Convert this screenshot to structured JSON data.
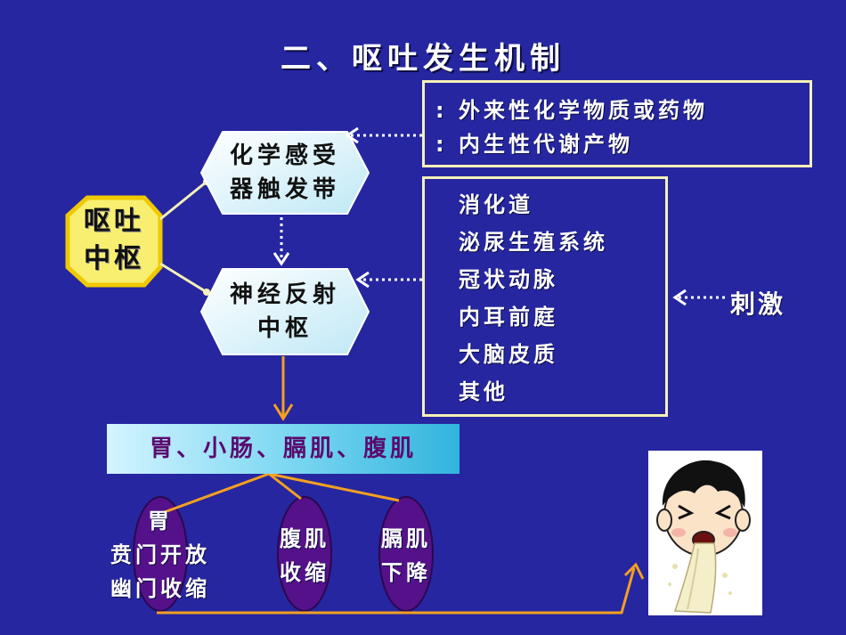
{
  "title": "二、呕吐发生机制",
  "center": {
    "line1": "呕吐",
    "line2": "中枢"
  },
  "chemoreceptor": {
    "line1": "化学感受",
    "line2": "器触发带"
  },
  "reflex_center": {
    "line1": "神经反射",
    "line2": "中枢"
  },
  "chemical_sources": [
    ": 外来性化学物质或药物",
    ": 内生性代谢产物"
  ],
  "stimulus_sources": [
    "消化道",
    "泌尿生殖系统",
    "冠状动脉",
    "内耳前庭",
    "大脑皮质",
    "其他"
  ],
  "stimulus_label": "刺激",
  "effectors_banner": "胃、小肠、膈肌、腹肌",
  "effects": [
    {
      "lines": [
        "胃",
        "贲门开放",
        "幽门收缩"
      ]
    },
    {
      "lines": [
        "腹肌",
        "收缩"
      ]
    },
    {
      "lines": [
        "膈肌",
        "下降"
      ]
    }
  ],
  "colors": {
    "background": "#2626a0",
    "box_border": "#f4f1b8",
    "hexagon_fill": "#d6f3fb",
    "center_fill": "#f8ef70",
    "center_border": "#f0c800",
    "arrow_orange": "#f4a020",
    "oval_fill": "#55118a",
    "banner_text": "#5a0a6e"
  }
}
